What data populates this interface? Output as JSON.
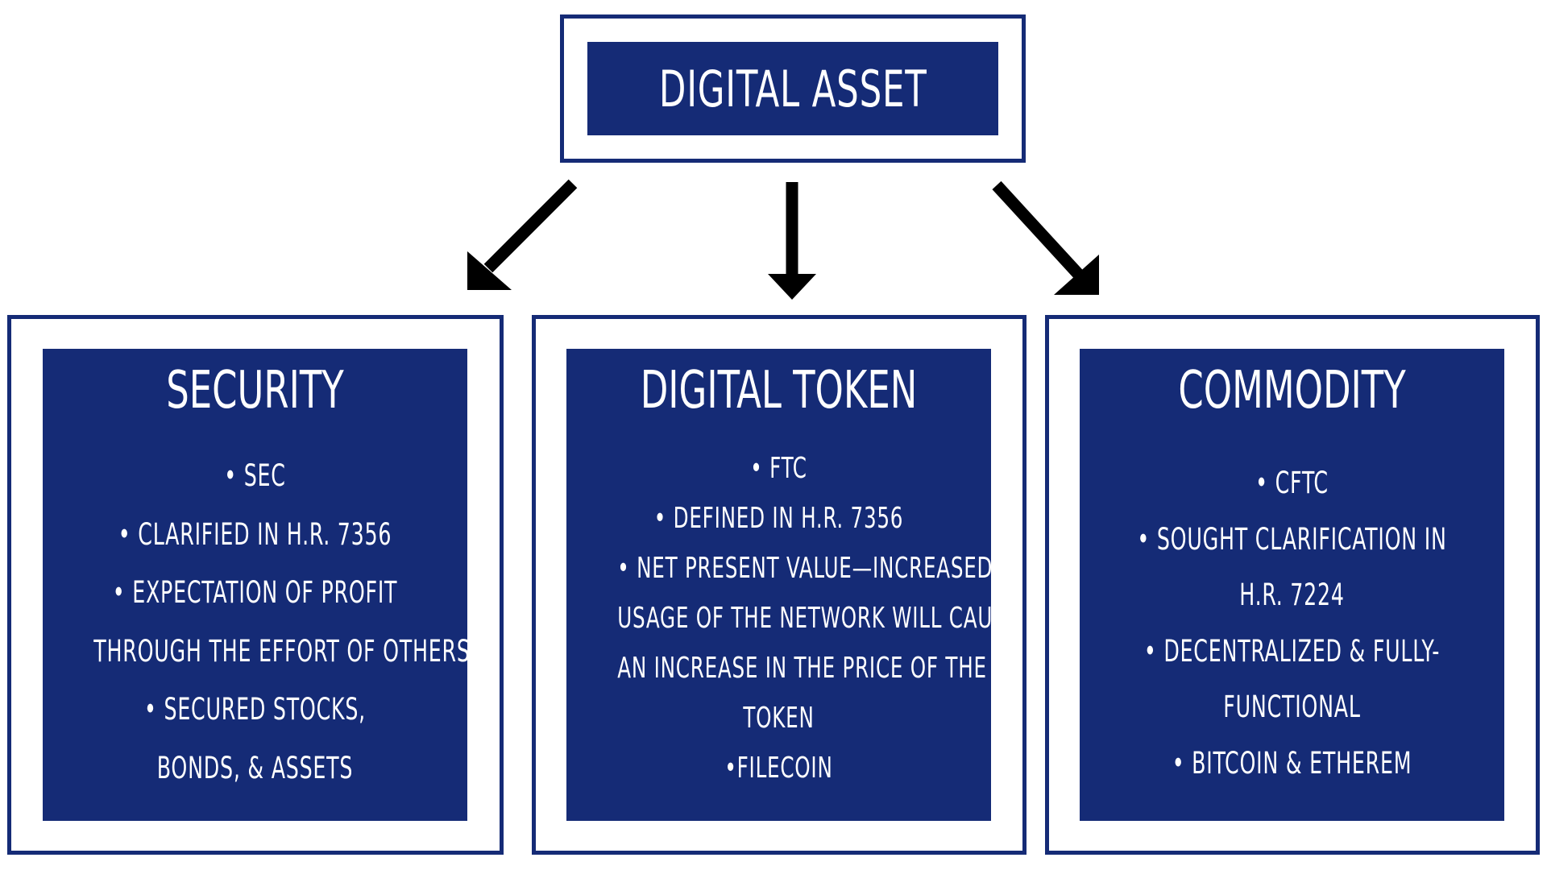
{
  "root": {
    "title": "DIGITAL ASSET"
  },
  "boxes": [
    {
      "title": "SECURITY",
      "lines": [
        "• SEC",
        "• CLARIFIED IN H.R. 7356",
        "• EXPECTATION OF PROFIT",
        "THROUGH THE EFFORT OF OTHERS",
        "• SECURED STOCKS,",
        "BONDS, & ASSETS"
      ]
    },
    {
      "title": "DIGITAL TOKEN",
      "lines": [
        "• FTC",
        "• DEFINED IN H.R. 7356",
        "• NET PRESENT VALUE—INCREASED",
        "USAGE OF THE NETWORK WILL CAUSE",
        "AN INCREASE IN THE PRICE OF THE",
        "TOKEN",
        "•FILECOIN"
      ]
    },
    {
      "title": "COMMODITY",
      "lines": [
        "• CFTC",
        "• SOUGHT CLARIFICATION IN",
        "H.R. 7224",
        "• DECENTRALIZED & FULLY-",
        "FUNCTIONAL",
        "• BITCOIN & ETHEREM"
      ]
    }
  ],
  "colors": {
    "navy": "#152b76",
    "arrow": "#000000",
    "background": "#ffffff"
  }
}
